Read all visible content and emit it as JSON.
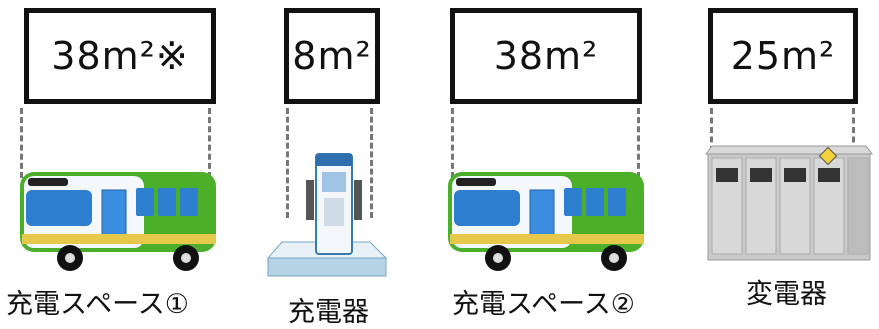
{
  "units": [
    {
      "area": "38m²※",
      "caption": "充電スペース①"
    },
    {
      "area": "8m²",
      "caption": "充電器"
    },
    {
      "area": "38m²",
      "caption": "充電スペース②"
    },
    {
      "area": "25m²",
      "caption": "変電器"
    }
  ],
  "colors": {
    "bus_green": "#4caf2a",
    "bus_white": "#f4f7fb",
    "bus_window": "#2f7fd0",
    "charger_blue": "#4a90c8",
    "platform": "#cfe2ef",
    "substation": "#c9c9c9"
  },
  "icons": [
    "bus-icon",
    "charger-icon",
    "bus-icon",
    "substation-icon"
  ]
}
